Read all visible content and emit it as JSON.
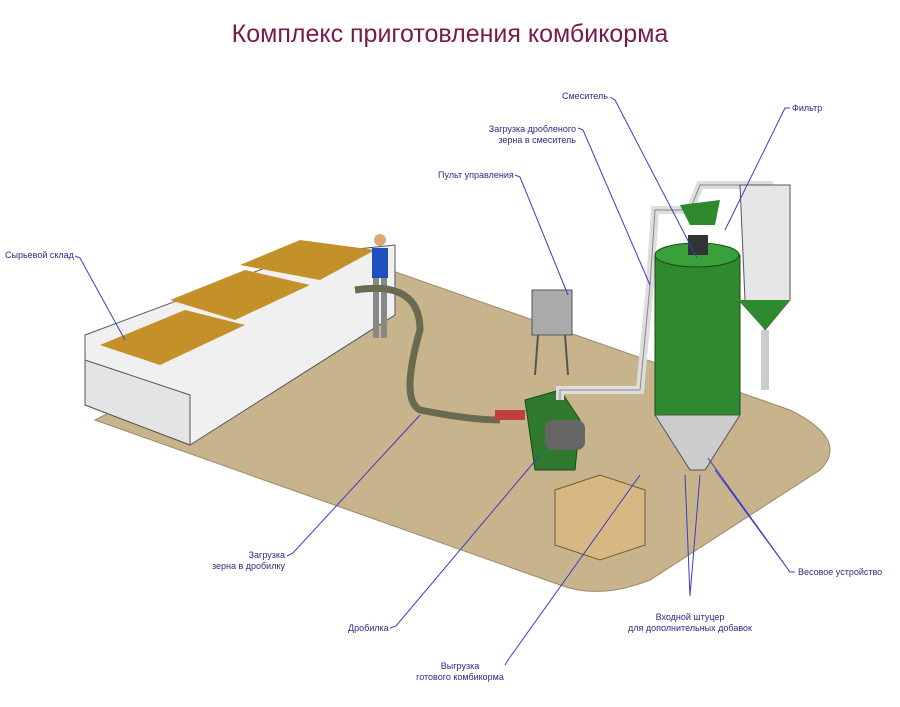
{
  "title": "Комплекс приготовления комбикорма",
  "labels": {
    "mixer": "Смеситель",
    "filter": "Фильтр",
    "crushed_load_1": "Загрузка дробленого",
    "crushed_load_2": "зерна в смеситель",
    "control_panel": "Пульт управления",
    "raw_storage": "Сырьевой склад",
    "grain_load_1": "Загрузка",
    "grain_load_2": "зерна в дробилку",
    "crusher": "Дробилка",
    "unload_1": "Выгрузка",
    "unload_2": "готового комбикорма",
    "inlet_1": "Входной штуцер",
    "inlet_2": "для дополнительных добавок",
    "weigher": "Весовое устройство"
  },
  "colors": {
    "floor": "#c8b48c",
    "mixer": "#2f8a2f",
    "label": "#2a2a8a",
    "leader": "#3c3cc8",
    "title": "#7a1a4a"
  }
}
